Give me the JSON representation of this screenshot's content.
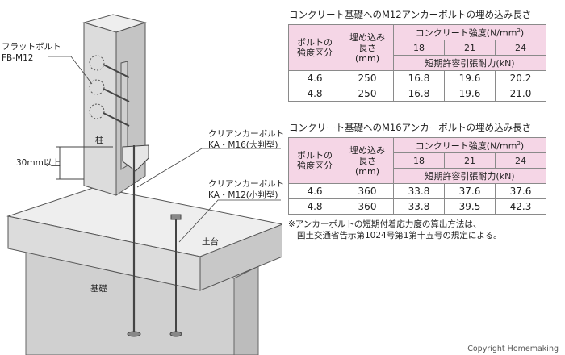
{
  "illustration": {
    "flat_bolt_label": "フラットボルト",
    "flat_bolt_model": "FB-M12",
    "post_label": "柱",
    "height_label": "30mm以上",
    "anchor_large_label": "クリアンカーボルト",
    "anchor_large_model": "KA・M16(大判型)",
    "anchor_small_label": "クリアンカーボルト",
    "anchor_small_model": "KA・M12(小判型)",
    "sill_label": "土台",
    "foundation_label": "基礎"
  },
  "table_m12": {
    "title": "コンクリート基礎へのM12アンカーボルトの埋め込み長さ",
    "col_grade": "ボルトの\n強度区分",
    "col_depth": "埋め込み\n長さ\n(mm)",
    "col_strength_prefix": "コンクリート強度(N/mm",
    "col_strength_sup": "2",
    "col_strength_suffix": ")",
    "strengths": [
      "18",
      "21",
      "24"
    ],
    "sub_header": "短期許容引張耐力(kN)",
    "rows": [
      {
        "grade": "4.6",
        "depth": "250",
        "v18": "16.8",
        "v21": "19.6",
        "v24": "20.2"
      },
      {
        "grade": "4.8",
        "depth": "250",
        "v18": "16.8",
        "v21": "19.6",
        "v24": "21.0"
      }
    ]
  },
  "table_m16": {
    "title": "コンクリート基礎へのM16アンカーボルトの埋め込み長さ",
    "col_grade": "ボルトの\n強度区分",
    "col_depth": "埋め込み\n長さ\n(mm)",
    "col_strength_prefix": "コンクリート強度(N/mm",
    "col_strength_sup": "2",
    "col_strength_suffix": ")",
    "strengths": [
      "18",
      "21",
      "24"
    ],
    "sub_header": "短期許容引張耐力(kN)",
    "rows": [
      {
        "grade": "4.6",
        "depth": "360",
        "v18": "33.8",
        "v21": "37.6",
        "v24": "37.6"
      },
      {
        "grade": "4.8",
        "depth": "360",
        "v18": "33.8",
        "v21": "39.5",
        "v24": "42.3"
      }
    ]
  },
  "note_line1": "※アンカーボルトの短期付着応力度の算出方法は、",
  "note_line2": "国土交通省告示第1024号第1第十五号の規定による。",
  "copyright": "Copyright Homemaking",
  "colors": {
    "header_pink": "#f5d6e6",
    "grid": "#8a8a8a"
  }
}
